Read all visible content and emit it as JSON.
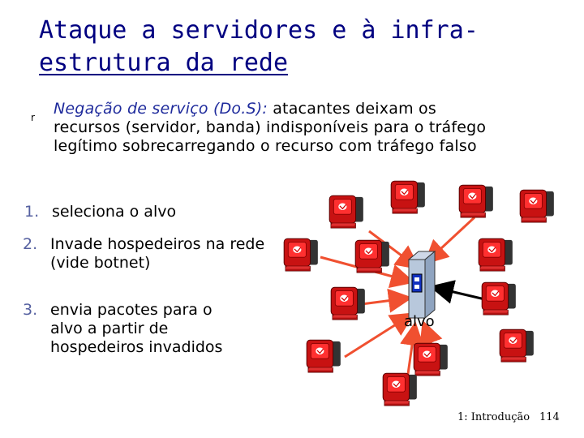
{
  "title": {
    "line1": "Ataque a servidores e à infra-",
    "line2": "estrutura da rede"
  },
  "bullet_glyph": "r",
  "definition": {
    "term": "Negação de serviço (Do.S):",
    "text": " atacantes deixam os recursos (servidor, banda) indisponíveis para o tráfego legítimo sobrecarregando o recurso com tráfego falso"
  },
  "steps": [
    {
      "number": "1.",
      "text": "seleciona o alvo"
    },
    {
      "number": "2.",
      "text": "Invade hospedeiros na rede (vide botnet)"
    },
    {
      "number": "3.",
      "text": "envia pacotes para o alvo a partir de hospedeiros invadidos"
    }
  ],
  "diagram": {
    "target_label": "alvo",
    "arrow_color": "#f05030",
    "host_color": "#d01010"
  },
  "footer": {
    "section": "1: Introdução",
    "page": "114"
  }
}
